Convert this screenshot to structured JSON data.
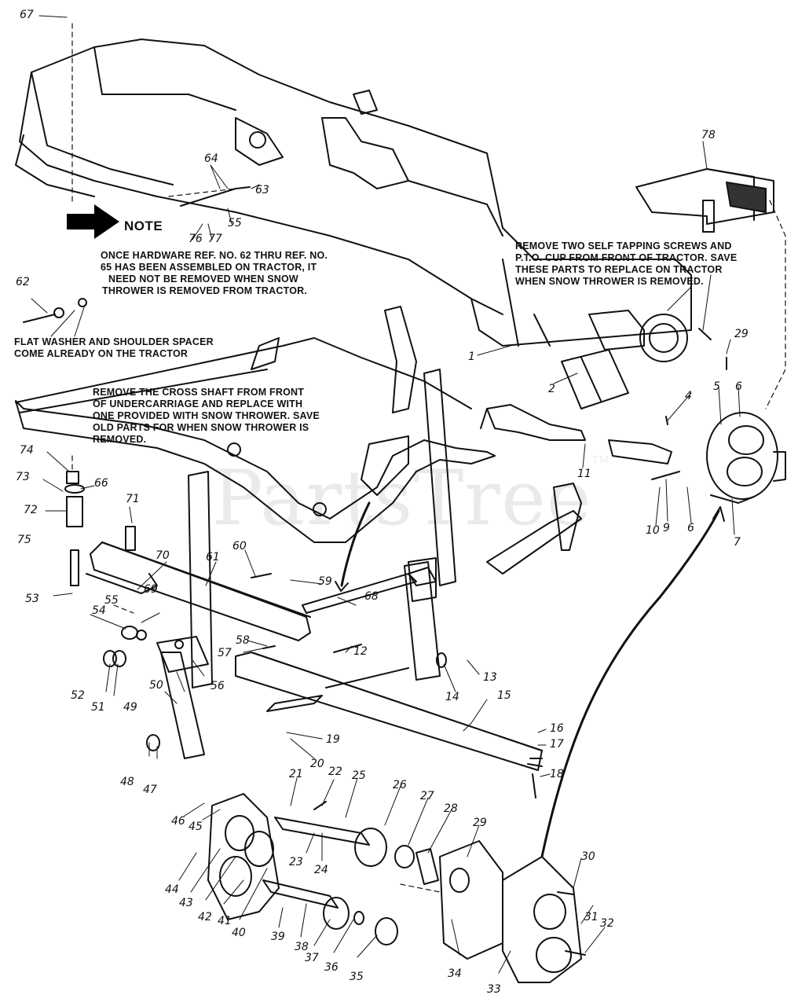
{
  "watermark": {
    "text": "PartsTree",
    "tm": "TM"
  },
  "note_marker": {
    "icon": "arrow-right-icon",
    "title": "NOTE"
  },
  "notes": {
    "hardware": [
      "ONCE HARDWARE REF. NO. 62 THRU REF. NO.",
      "65 HAS BEEN ASSEMBLED ON TRACTOR, IT",
      "NEED NOT BE REMOVED WHEN SNOW",
      "THROWER IS REMOVED FROM TRACTOR."
    ],
    "pto": [
      "REMOVE TWO SELF TAPPING SCREWS AND",
      "P.T.O. CUP FROM FRONT OF TRACTOR. SAVE",
      "THESE PARTS TO REPLACE ON TRACTOR",
      "WHEN SNOW THROWER IS REMOVED."
    ],
    "washer": [
      "FLAT WASHER AND SHOULDER SPACER",
      "COME ALREADY ON THE TRACTOR"
    ],
    "cross_shaft": [
      "REMOVE THE CROSS SHAFT FROM FRONT",
      "OF UNDERCARRIAGE AND REPLACE WITH",
      "ONE PROVIDED WITH SNOW THROWER. SAVE",
      "OLD PARTS FOR WHEN SNOW THROWER IS",
      "REMOVED."
    ]
  },
  "callouts": [
    "67",
    "64",
    "63",
    "55",
    "77",
    "76",
    "78",
    "62",
    "29",
    "5",
    "6",
    "4",
    "1",
    "2",
    "11",
    "6",
    "9",
    "10",
    "7",
    "74",
    "73",
    "66",
    "72",
    "71",
    "75",
    "53",
    "70",
    "69",
    "55",
    "54",
    "60",
    "61",
    "59",
    "68",
    "58",
    "57",
    "12",
    "52",
    "51",
    "50",
    "49",
    "56",
    "13",
    "14",
    "15",
    "16",
    "17",
    "19",
    "20",
    "18",
    "48",
    "47",
    "21",
    "22",
    "25",
    "26",
    "27",
    "28",
    "29",
    "46",
    "45",
    "44",
    "43",
    "42",
    "41",
    "40",
    "39",
    "38",
    "37",
    "36",
    "35",
    "23",
    "24",
    "34",
    "33",
    "30",
    "31",
    "32"
  ]
}
